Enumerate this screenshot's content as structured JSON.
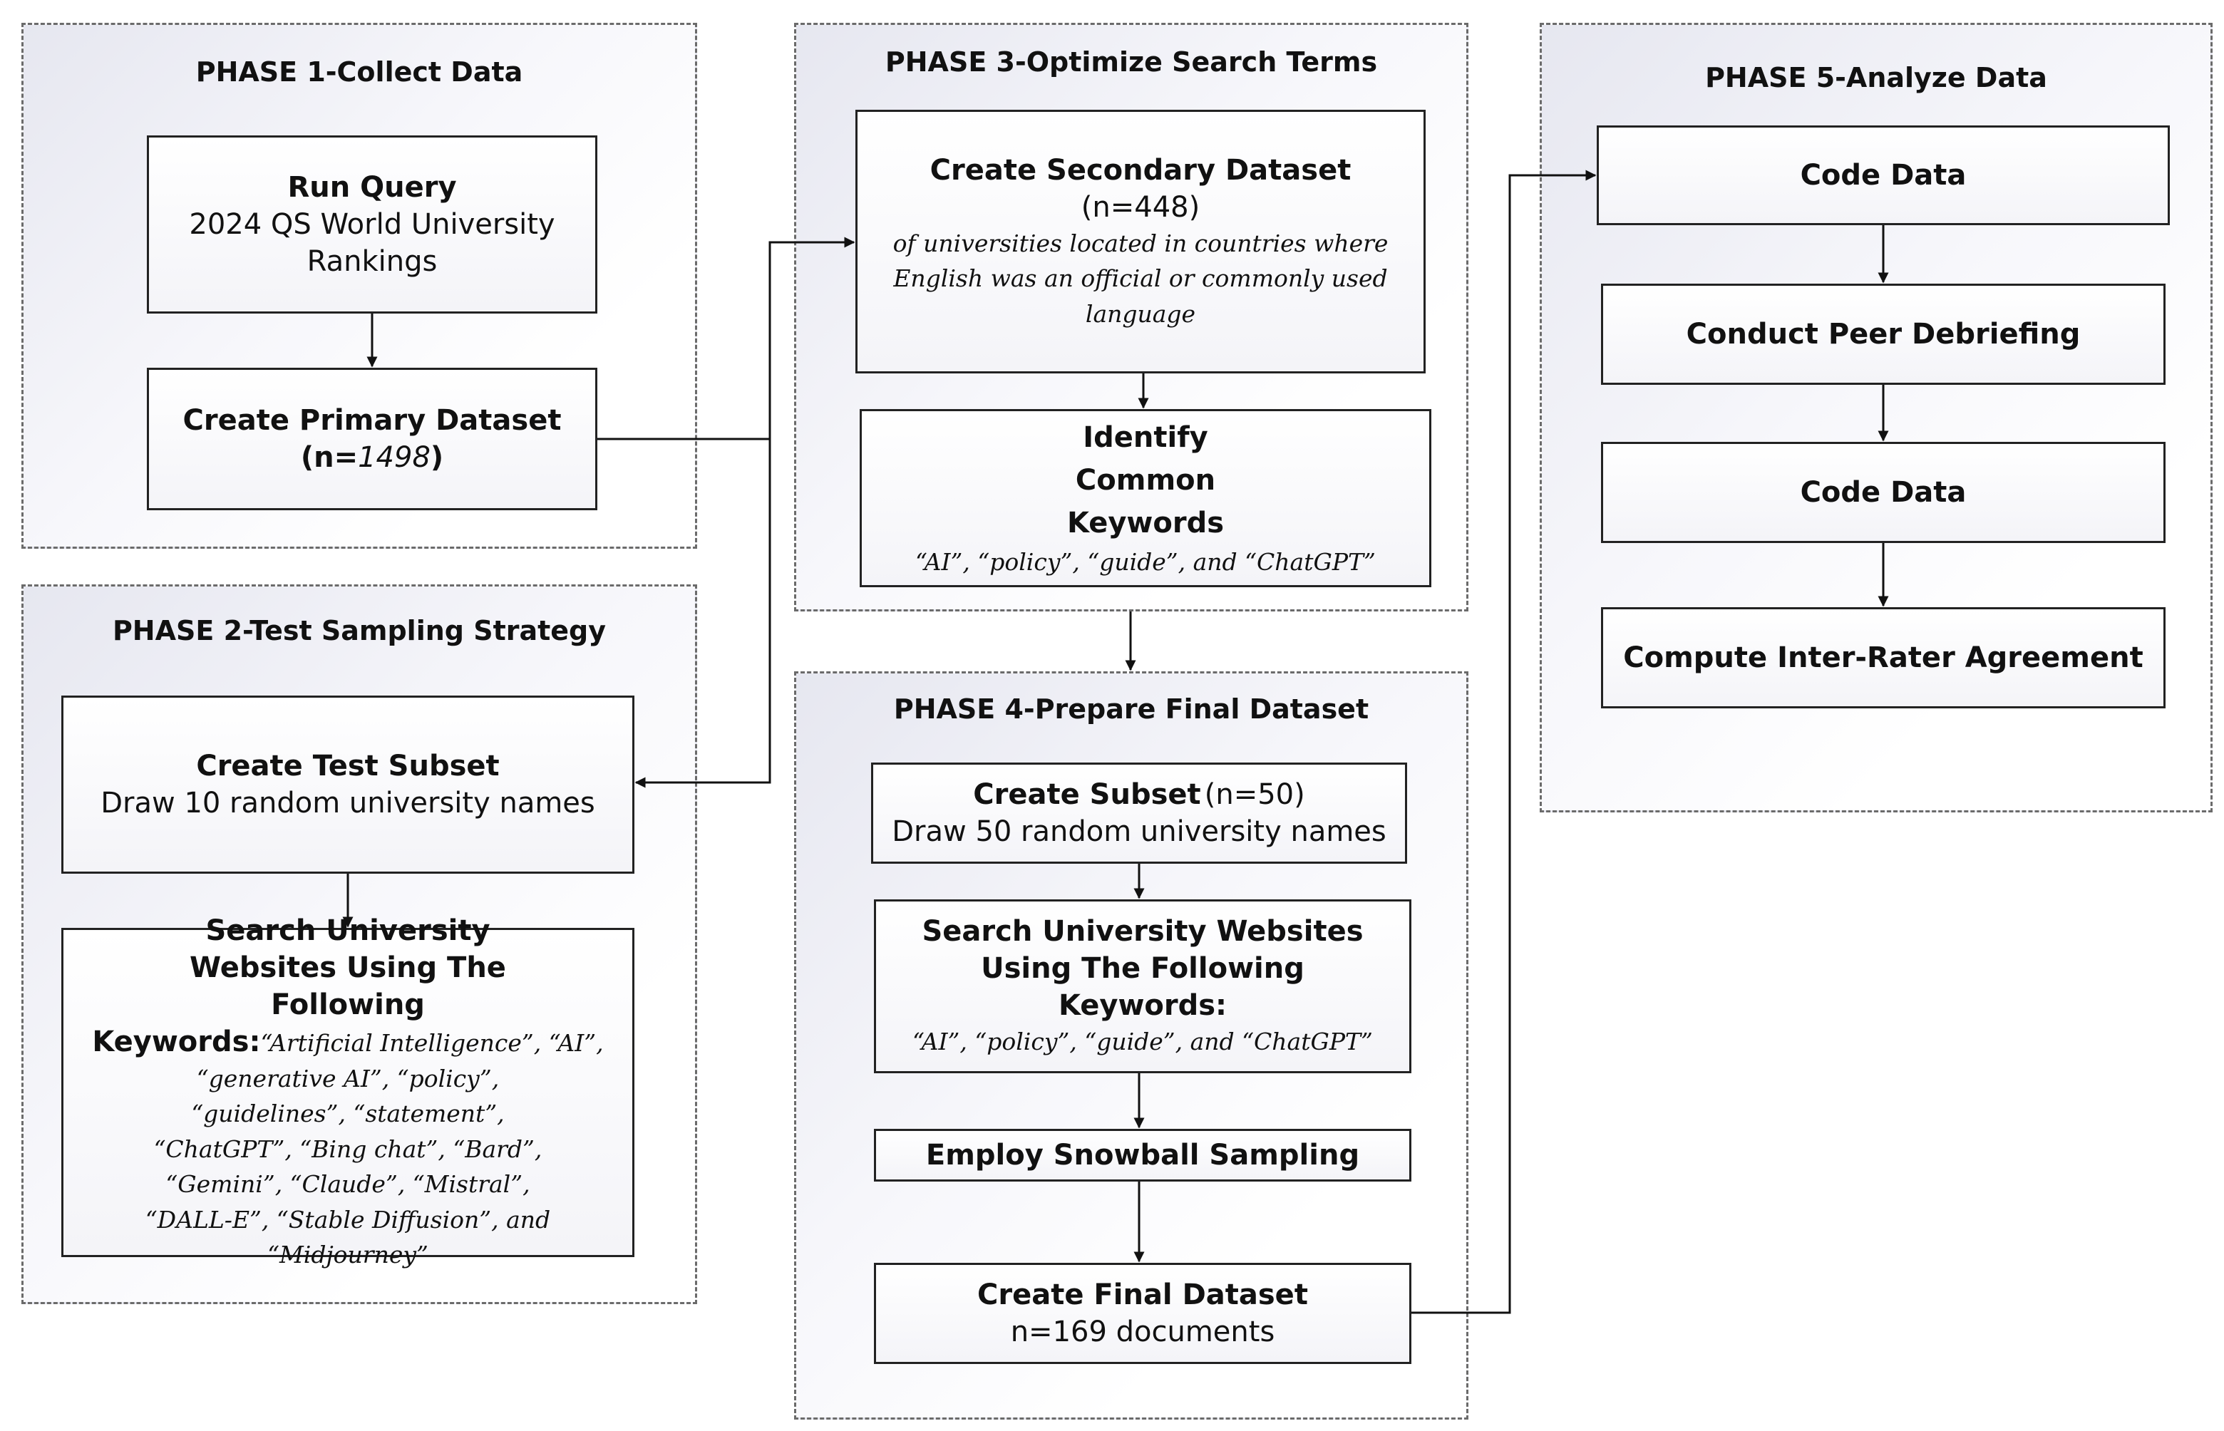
{
  "phases": {
    "p1": {
      "title": "PHASE 1-Collect Data",
      "run_query": {
        "title": "Run Query",
        "text": "2024 QS World University Rankings"
      },
      "primary": {
        "title": "Create Primary Dataset",
        "n_open": "(n=",
        "n_value": "1498",
        "n_close": ")"
      }
    },
    "p2": {
      "title": "PHASE 2-Test Sampling Strategy",
      "test_subset": {
        "title": "Create Test Subset",
        "text": "Draw 10 random university names"
      },
      "search": {
        "title": "Search University Websites Using The Following",
        "kw_label": "Keywords:",
        "kw_start": "“Artificial Intelligence”, “AI”,",
        "keywords": "“generative AI”, “policy”, “guidelines”, “statement”, “ChatGPT”, “Bing chat”, “Bard”, “Gemini”, “Claude”, “Mistral”, “DALL-E”, “Stable Diffusion”, and “Midjourney”"
      }
    },
    "p3": {
      "title": "PHASE 3-Optimize Search Terms",
      "secondary": {
        "title": "Create Secondary Dataset",
        "n": "(n=448)",
        "desc": "of universities located in countries where English was an official or commonly used language"
      },
      "keywords": {
        "title": "Identify Common Keywords",
        "list": "“AI”, “policy”, “guide”, and “ChatGPT”"
      }
    },
    "p4": {
      "title": "PHASE 4-Prepare Final Dataset",
      "subset": {
        "title": "Create Subset",
        "n": "(n=50)",
        "text": "Draw 50 random university names"
      },
      "search": {
        "title": "Search University Websites Using The Following Keywords:",
        "list": "“AI”, “policy”, “guide”, and “ChatGPT”"
      },
      "snowball": {
        "title": "Employ Snowball Sampling"
      },
      "final": {
        "title": "Create Final Dataset",
        "text": "n=169 documents"
      }
    },
    "p5": {
      "title": "PHASE 5-Analyze Data",
      "code1": "Code Data",
      "peer": "Conduct Peer Debriefing",
      "code2": "Code Data",
      "irr": "Compute Inter-Rater Agreement"
    }
  }
}
